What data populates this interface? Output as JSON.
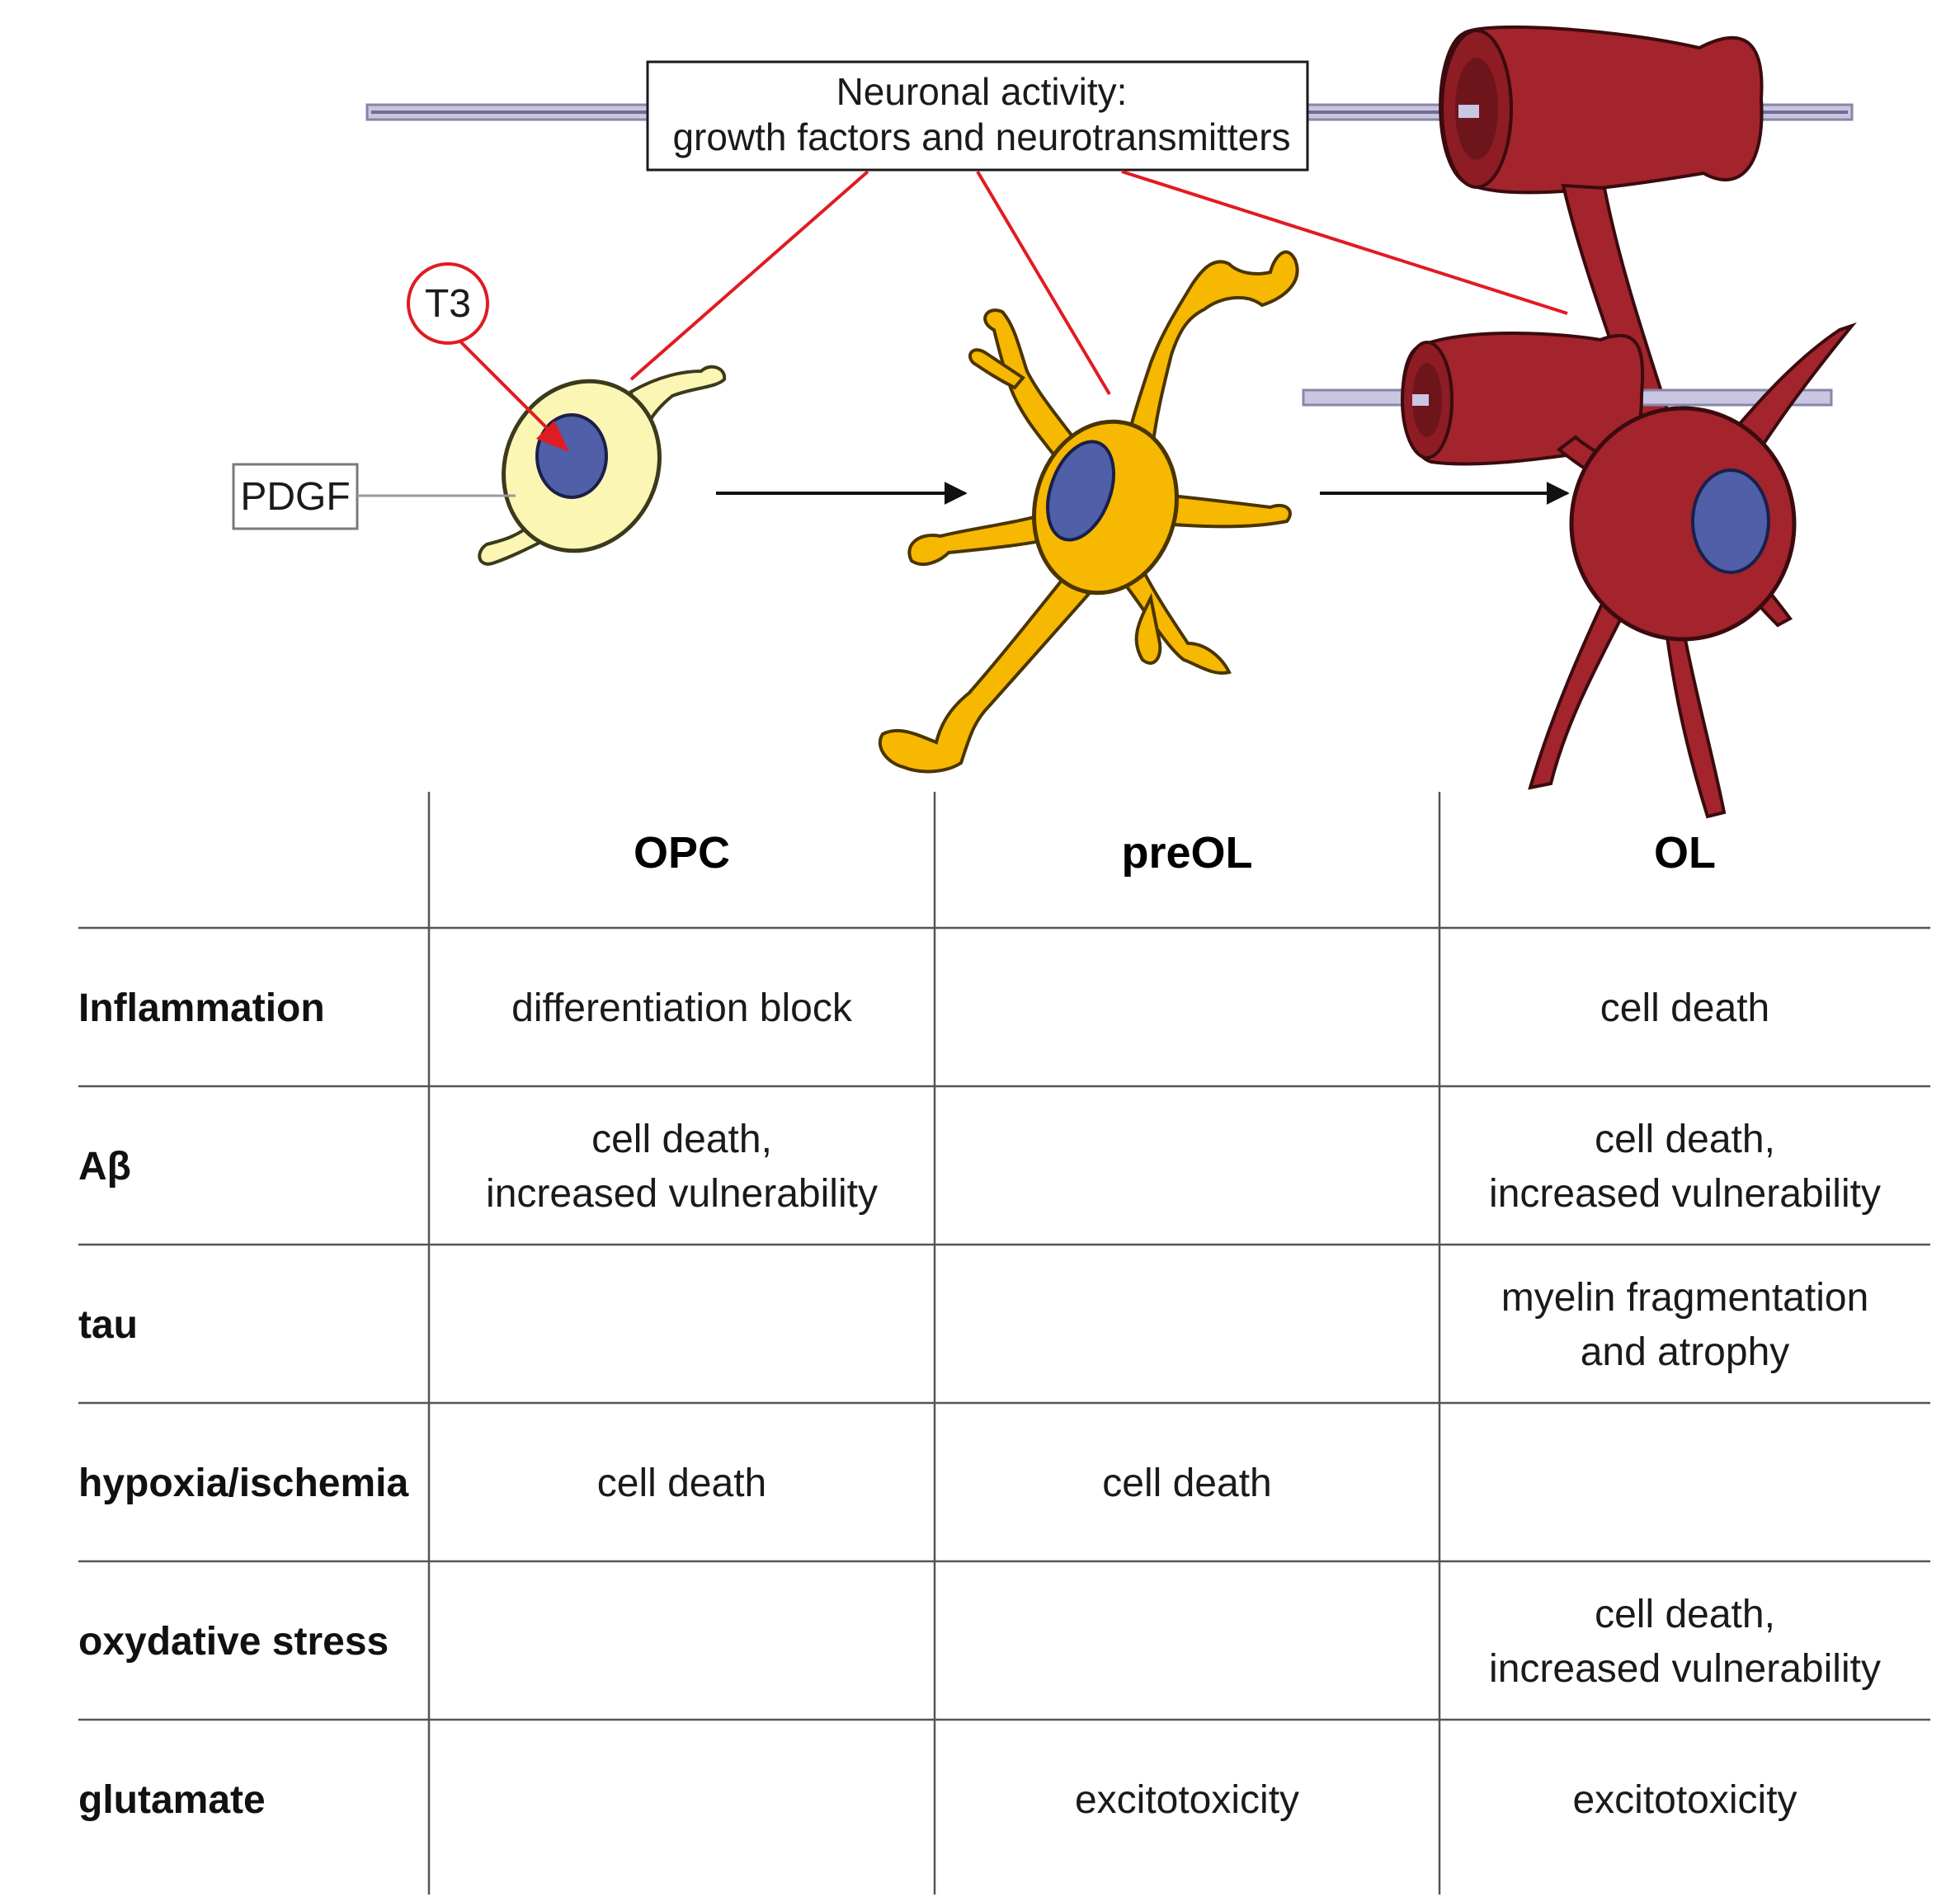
{
  "activity_box": {
    "line1": "Neuronal activity:",
    "line2": "growth factors and neurotransmitters"
  },
  "labels": {
    "t3": "T3",
    "pdgf": "PDGF"
  },
  "colors": {
    "axon": "#c8c6e0",
    "opc": "#fbf6b4",
    "preol": "#f6b800",
    "ol": "#a3242c",
    "nucleus": "#4f5fa8",
    "red_line": "#e11b22"
  },
  "table": {
    "columns": [
      "OPC",
      "preOL",
      "OL"
    ],
    "rows": [
      {
        "label": "Inflammation",
        "cells": [
          [
            "differentiation block"
          ],
          [],
          [
            "cell death"
          ]
        ]
      },
      {
        "label": "Aβ",
        "cells": [
          [
            "cell death,",
            "increased vulnerability"
          ],
          [],
          [
            "cell death,",
            "increased vulnerability"
          ]
        ]
      },
      {
        "label": "tau",
        "cells": [
          [],
          [],
          [
            "myelin fragmentation",
            "and atrophy"
          ]
        ]
      },
      {
        "label": "hypoxia/ischemia",
        "cells": [
          [
            "cell death"
          ],
          [
            "cell death"
          ],
          []
        ]
      },
      {
        "label": "oxydative stress",
        "cells": [
          [],
          [],
          [
            "cell death,",
            "increased vulnerability"
          ]
        ]
      },
      {
        "label": "glutamate",
        "cells": [
          [],
          [
            "excitotoxicity"
          ],
          [
            "excitotoxicity"
          ]
        ]
      }
    ]
  }
}
